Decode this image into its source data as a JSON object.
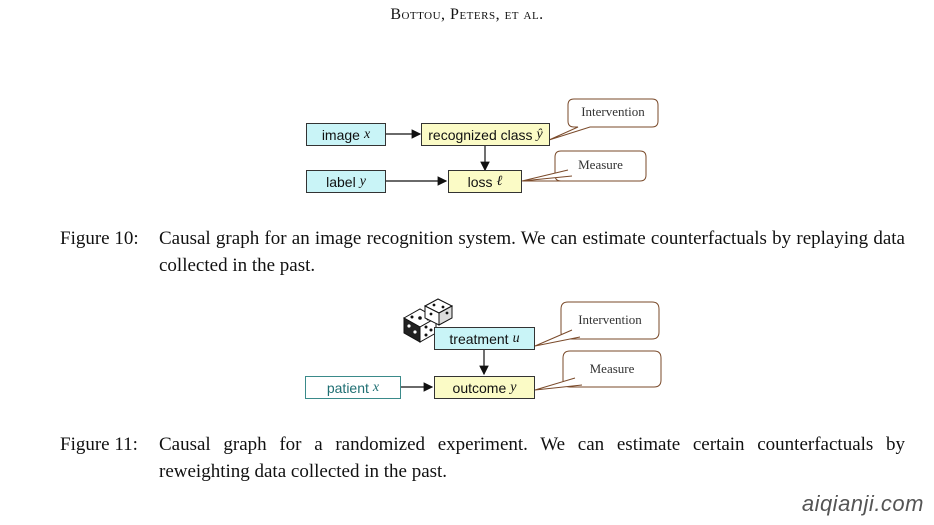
{
  "header": {
    "running_head": "Bottou, Peters, et al."
  },
  "figure10": {
    "nodes": {
      "image": {
        "label": "image",
        "var": "x"
      },
      "recognized": {
        "label": "recognized class",
        "var": "ŷ"
      },
      "label": {
        "label": "label",
        "var": "y"
      },
      "loss": {
        "label": "loss",
        "var": "ℓ"
      }
    },
    "callouts": {
      "intervention": "Intervention",
      "measure": "Measure"
    },
    "caption": {
      "label": "Figure 10:",
      "text": "Causal graph for an image recognition system.  We can estimate counterfactuals by replaying data collected in the past."
    }
  },
  "figure11": {
    "nodes": {
      "treatment": {
        "label": "treatment",
        "var": "u"
      },
      "patient": {
        "label": "patient",
        "var": "x"
      },
      "outcome": {
        "label": "outcome",
        "var": "y"
      }
    },
    "callouts": {
      "intervention": "Intervention",
      "measure": "Measure"
    },
    "icon": "dice-icon",
    "caption": {
      "label": "Figure 11:",
      "text": "Causal graph for a randomized experiment. We can estimate certain counterfactuals by reweighting data collected in the past."
    }
  },
  "watermark": "aiqianji.com",
  "colors": {
    "cyan": "#c9f4f7",
    "yellow": "#fbfbc6",
    "callout_border": "#7a4a2a",
    "teal": "#3a8a8a"
  }
}
